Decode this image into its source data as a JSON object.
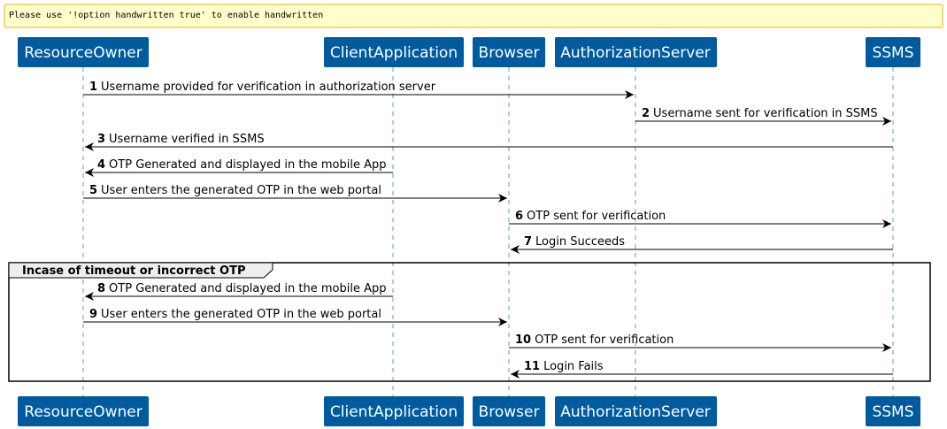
{
  "note": {
    "text": "Please use '!option handwritten true' to enable handwritten"
  },
  "colors": {
    "participant_fill": "#005a9e",
    "participant_text": "#ffffff",
    "lifeline": "#5b9bd5",
    "note_fill": "#ffffcc",
    "note_border": "#f5d97a",
    "group_tab_fill": "#eeeeee"
  },
  "participants": [
    {
      "id": "ResourceOwner",
      "label": "ResourceOwner"
    },
    {
      "id": "ClientApplication",
      "label": "ClientApplication"
    },
    {
      "id": "Browser",
      "label": "Browser"
    },
    {
      "id": "AuthorizationServer",
      "label": "AuthorizationServer"
    },
    {
      "id": "SSMS",
      "label": "SSMS"
    }
  ],
  "messages": [
    {
      "num": "1",
      "from": "ResourceOwner",
      "to": "AuthorizationServer",
      "text": "Username provided for verification in authorization server"
    },
    {
      "num": "2",
      "from": "AuthorizationServer",
      "to": "SSMS",
      "text": "Username sent for verification in SSMS"
    },
    {
      "num": "3",
      "from": "SSMS",
      "to": "ResourceOwner",
      "text": "Username verified in SSMS"
    },
    {
      "num": "4",
      "from": "ClientApplication",
      "to": "ResourceOwner",
      "text": "OTP Generated and displayed in the mobile App"
    },
    {
      "num": "5",
      "from": "ResourceOwner",
      "to": "Browser",
      "text": "User enters the generated OTP in the web  portal"
    },
    {
      "num": "6",
      "from": "Browser",
      "to": "SSMS",
      "text": "OTP sent for verification"
    },
    {
      "num": "7",
      "from": "SSMS",
      "to": "Browser",
      "text": "Login Succeeds"
    },
    {
      "num": "8",
      "from": "ClientApplication",
      "to": "ResourceOwner",
      "text": "OTP Generated and displayed in the mobile App"
    },
    {
      "num": "9",
      "from": "ResourceOwner",
      "to": "Browser",
      "text": "User enters the generated OTP in the web  portal"
    },
    {
      "num": "10",
      "from": "Browser",
      "to": "SSMS",
      "text": "OTP sent for verification"
    },
    {
      "num": "11",
      "from": "SSMS",
      "to": "Browser",
      "text": "Login Fails"
    }
  ],
  "group": {
    "title": "Incase of timeout or incorrect OTP",
    "first_message": 8,
    "last_message": 11
  }
}
